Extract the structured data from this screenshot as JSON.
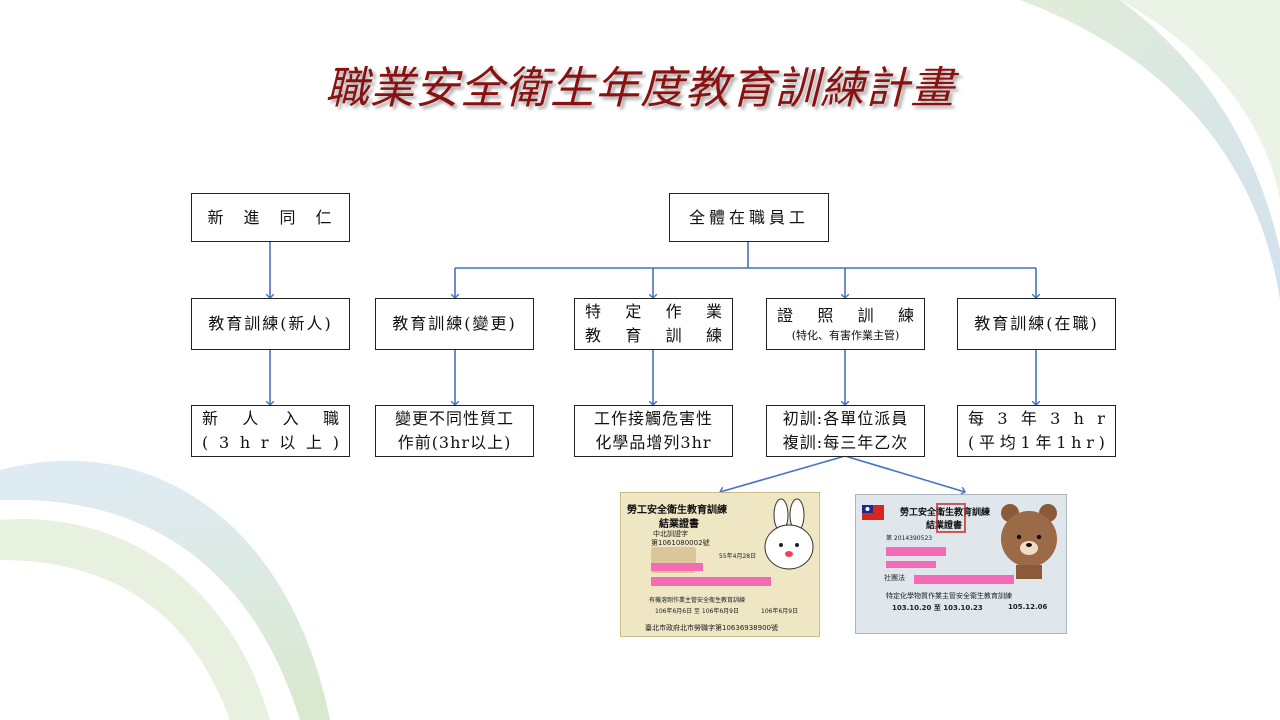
{
  "title": "職業安全衛生年度教育訓練計畫",
  "colors": {
    "title": "#8b1111",
    "arrow": "#4472c4",
    "redaction": "#f46bb5"
  },
  "boxes": {
    "new_staff": "新　進　同　仁",
    "all_staff": "全體在職員工",
    "train_new": "教育訓練(新人)",
    "train_change": "教育訓練(變更)",
    "special_work": {
      "line1": [
        "特",
        "定",
        "作",
        "業"
      ],
      "line2": [
        "教",
        "育",
        "訓",
        "練"
      ]
    },
    "license": {
      "line1": [
        "證",
        "照",
        "訓",
        "練"
      ],
      "line2": "(特化、有害作業主管)"
    },
    "train_onjob": "教育訓練(在職)",
    "new_hire_detail": {
      "line1": [
        "新",
        "人",
        "入",
        "職"
      ],
      "line2": [
        "(",
        "3",
        "h",
        "r",
        "以",
        "上",
        ")"
      ]
    },
    "change_detail": {
      "line1": "變更不同性質工",
      "line2": "作前(3hr以上)"
    },
    "hazard_detail": {
      "line1": "工作接觸危害性",
      "line2": "化學品增列3hr"
    },
    "license_detail": {
      "line1": "初訓:各單位派員",
      "line2": "複訓:每三年乙次"
    },
    "onjob_detail": {
      "line1": [
        "每",
        "3",
        "年",
        "3",
        "h",
        "r"
      ],
      "line2": [
        "(",
        "平",
        "均",
        "1",
        "年",
        "1",
        "h",
        "r",
        ")"
      ]
    }
  },
  "cert1": {
    "header_line1": "勞工安全衛生教育訓練",
    "header_line2": "結業證書",
    "issuer": "中北訓證字",
    "number": "第1061080002號",
    "date_small": "55年4月28日",
    "course": "有機溶劑作業主管安全衛生教育訓練",
    "period": "106年6月6日 至 106年6月9日",
    "date_right": "106年6月9日",
    "approval": "臺北市政府北市勞職字第10636938900號"
  },
  "cert2": {
    "header_line1": "勞工安全衛生教育訓練",
    "header_line2": "結業證書",
    "number": "第 2014390523",
    "org": "社團法",
    "course": "特定化學物質作業主管安全衛生教育訓練",
    "period": "103.10.20 至 103.10.23",
    "date_right": "105.12.06"
  }
}
